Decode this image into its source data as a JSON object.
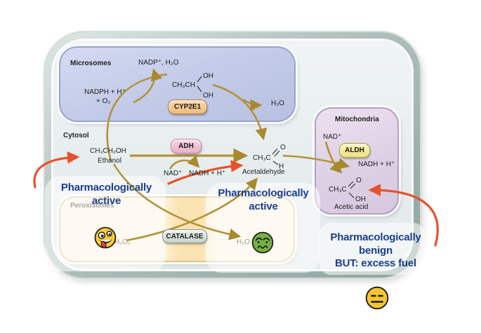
{
  "organelle_labels": {
    "microsomes": "Microsomes",
    "cytosol": "Cytosol",
    "mitochondria": "Mitochondria",
    "peroxisomes": "Peroxisomes"
  },
  "enzymes": {
    "cyp2e1": "CYP2E1",
    "adh": "ADH",
    "aldh": "ALDH",
    "catalase": "CATALASE"
  },
  "microsome_pathway": {
    "substrates_line1": "NADPH + H⁺",
    "substrates_line2": "+ O₂",
    "products": "NADP⁺, H₂O",
    "intermediate_base": "CH₃CH",
    "intermediate_oh_top": "OH",
    "intermediate_oh_bottom": "OH",
    "water_out": "H₂O"
  },
  "cytosol_pathway": {
    "ethanol_formula": "CH₃CH₂OH",
    "ethanol_name": "Ethanol",
    "nad": "NAD⁺",
    "nadh": "NADH + H⁺",
    "acetaldehyde_base": "CH₃C",
    "acetaldehyde_o": "O",
    "acetaldehyde_h": "H",
    "acetaldehyde_name": "Acetaldehyde"
  },
  "mitochondria_pathway": {
    "nad": "NAD⁺",
    "nadh": "NADH + H⁺",
    "acetic_base": "CH₃C",
    "acetic_o": "O",
    "acetic_oh": "OH",
    "acetic_name": "Acetic acid"
  },
  "peroxisome_pathway": {
    "substrate": "H₂O₂",
    "product": "H₂O"
  },
  "annotations": {
    "ethanol_status": {
      "line1": "Pharmacologically",
      "line2": "active"
    },
    "acetaldehyde_status": {
      "line1": "Pharmacologically",
      "line2": "active"
    },
    "acetic_status": {
      "line1": "Pharmacologically",
      "line2": "benign",
      "line3": "BUT: excess fuel"
    }
  },
  "emoji_icons": {
    "ethanol": "zany-face",
    "acetaldehyde": "nauseated-face",
    "acetic_acid": "neutral-face"
  },
  "colors": {
    "gold_arrow": "#b3923a",
    "red_arrow": "#e8512b",
    "navy_text": "#1b3d8f",
    "microsome_fill": "#c6cde8",
    "mitochondria_fill": "#e0d4e8",
    "peroxisome_fill": "#fdf4e1",
    "cell_membrane": "#9db1ac"
  }
}
